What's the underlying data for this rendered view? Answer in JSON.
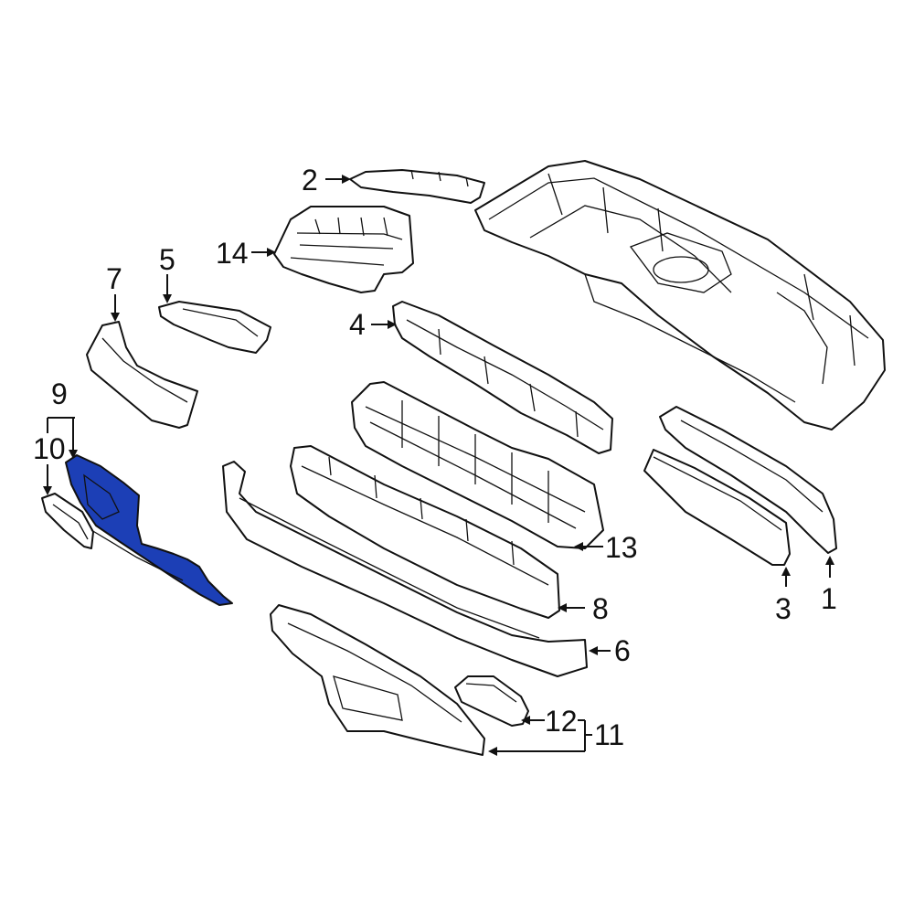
{
  "highlight_color": "#1c3fb6",
  "callouts": {
    "c1": "1",
    "c2": "2",
    "c3": "3",
    "c4": "4",
    "c5": "5",
    "c6": "6",
    "c7": "7",
    "c8": "8",
    "c9": "9",
    "c10": "10",
    "c11": "11",
    "c12": "12",
    "c13": "13",
    "c14": "14"
  }
}
